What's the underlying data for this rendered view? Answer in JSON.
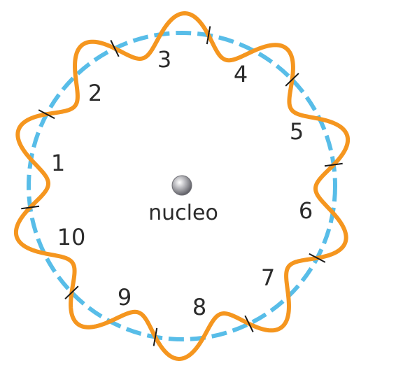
{
  "diagram": {
    "nucleus_label": "nucleo",
    "wave_cycles": 10,
    "segments": [
      {
        "number": "1"
      },
      {
        "number": "2"
      },
      {
        "number": "3"
      },
      {
        "number": "4"
      },
      {
        "number": "5"
      },
      {
        "number": "6"
      },
      {
        "number": "7"
      },
      {
        "number": "8"
      },
      {
        "number": "9"
      },
      {
        "number": "10"
      }
    ]
  },
  "colors": {
    "orbit": "#58bde8",
    "wave": "#f5961f",
    "tick": "#1a1a1a",
    "text": "#2b2b2b"
  }
}
